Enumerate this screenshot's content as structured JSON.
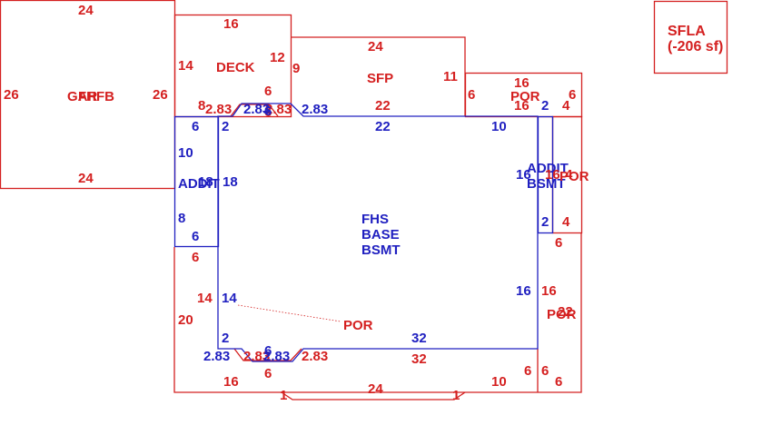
{
  "colors": {
    "outline_red": "#d42020",
    "outline_blue": "#2020c0",
    "background": "#ffffff"
  },
  "areas": {
    "garage": "GAR",
    "fhfb": "FHFB",
    "deck": "DECK",
    "sfp": "SFP",
    "por_top_right": "POR",
    "addit_right": "ADDIT",
    "bsmt_right": "BSMT",
    "por_right_mid": "POR",
    "addit_left": "ADDIT",
    "base": [
      "FHS",
      "BASE",
      "BSMT"
    ],
    "por_bottom": "POR",
    "por_bottom_right": "POR",
    "sfla": [
      "SFLA",
      "(-206 sf)"
    ]
  },
  "dims_red": {
    "gar_top": "24",
    "gar_left": "26",
    "gar_right": "26",
    "gar_bottom": "24",
    "deck_top": "16",
    "deck_left": "14",
    "deck_right": "12",
    "deck_right2": "9",
    "deck_bottom6": "6",
    "sfp_top": "24",
    "sfp_right": "11",
    "sfp_bottom": "22",
    "r8": "8",
    "r283a": "2.83",
    "r283b": "2.83",
    "r283c": "2.83",
    "r6top": "6",
    "por_top": "16",
    "por_left": "6",
    "por_right": "6",
    "por_bottom": "16",
    "por_r4": "4",
    "por_mid_top": "16",
    "por_mid_4": "4",
    "por_mid_6": "6",
    "por_mid_r4": "4",
    "left_6": "6",
    "left_14": "14",
    "left_20": "20",
    "bot_283a": "2.83",
    "bot_283b": "2.83",
    "bot_6": "6",
    "bot_32": "32",
    "bot_16": "16",
    "bot_24": "24",
    "bot_10": "10",
    "bot_1a": "1",
    "bot_1b": "1",
    "bot_6a": "6",
    "bot_6b": "6",
    "bot_6c": "6",
    "pr_16": "16",
    "pr_22": "22"
  },
  "dims_blue": {
    "add_6top": "6",
    "add_10": "10",
    "add_18a": "18",
    "add_18b": "18",
    "add_8": "8",
    "add_6bot": "6",
    "b_2top": "2",
    "b_283top": "2.83",
    "b_6top": "6",
    "b_22": "22",
    "b_10": "10",
    "b_2r": "2",
    "b_16top": "16",
    "b_2rb": "2",
    "b_16r": "16",
    "b_14": "14",
    "b_2bot": "2",
    "b_283bot": "2.83",
    "b_283bot2": "2.83",
    "b_6bot": "6",
    "b_32": "32"
  }
}
